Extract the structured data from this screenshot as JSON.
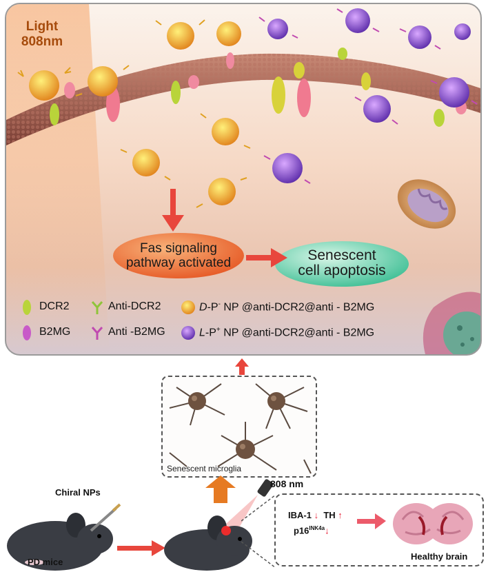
{
  "light": {
    "line1": "Light",
    "line2": "808nm"
  },
  "pathway": {
    "fas_line1": "Fas signaling",
    "fas_line2": "pathway activated",
    "apop_line1": "Senescent",
    "apop_line2": "cell apoptosis"
  },
  "legend": {
    "dcr2": "DCR2",
    "anti_dcr2": "Anti-DCR2",
    "dp_prefix": "D",
    "dp_mid": "-P",
    "dp_sup": "-",
    "dp_suffix": " NP @anti-DCR2@anti - B2MG",
    "b2mg": "B2MG",
    "anti_b2mg": "Anti -B2MG",
    "lp_prefix": "L",
    "lp_mid": "-P",
    "lp_sup": "+",
    "lp_suffix": " NP @anti-DCR2@anti - B2MG"
  },
  "microglia": {
    "label": "Senescent microglia"
  },
  "laser": {
    "label": "808 nm"
  },
  "mice": {
    "chiral": "Chiral NPs",
    "pd": "PD mice"
  },
  "markers": {
    "iba": "IBA-1",
    "th": "TH",
    "p16": "p16",
    "p16_sup": "INK4a"
  },
  "brain": {
    "label": "Healthy brain"
  },
  "colors": {
    "dcr2": "#b9d43a",
    "b2mg": "#c85ac8",
    "arrow": "#e8463c",
    "fas_oval": "#ee7a3a",
    "apop_oval": "#5fcfb0",
    "membrane": "#9a5a4a",
    "dnp": "#f0b020",
    "lnp": "#8a5ad0"
  }
}
